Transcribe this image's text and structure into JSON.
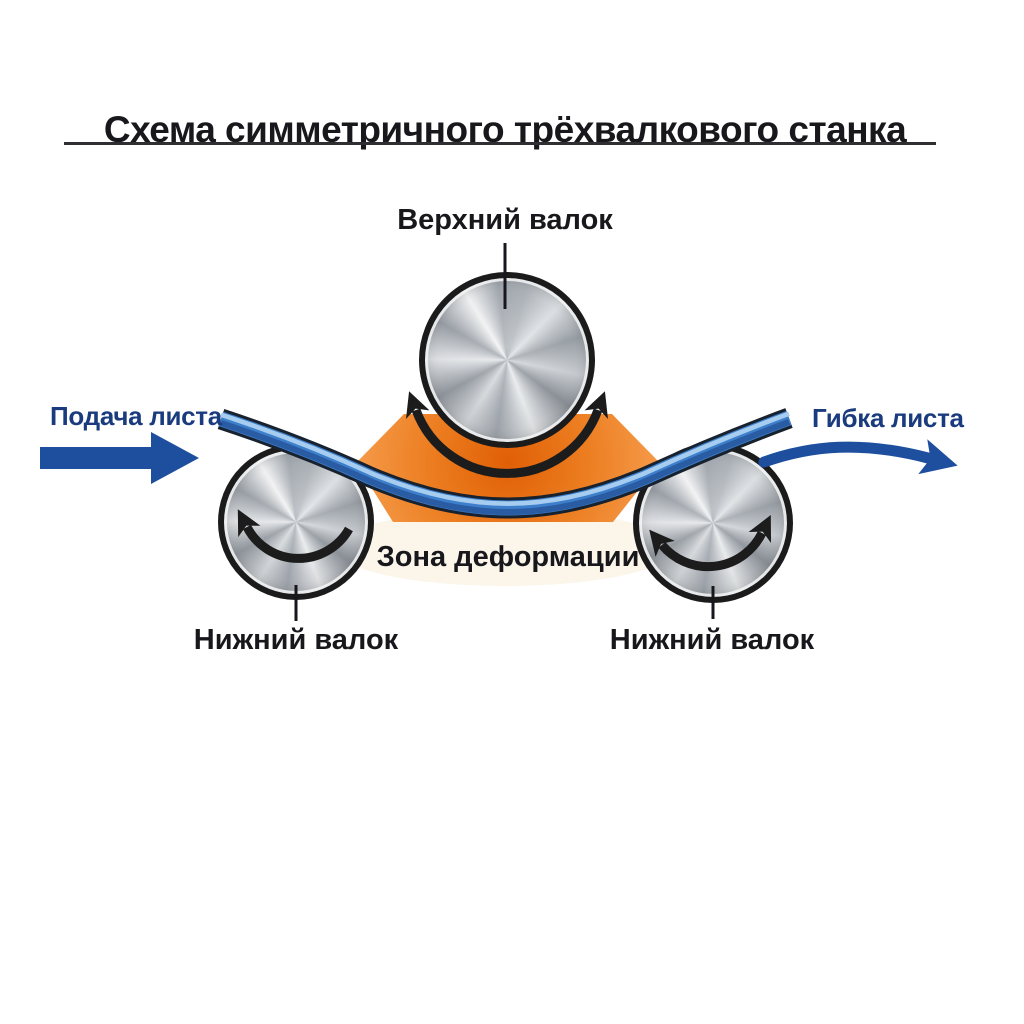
{
  "title": {
    "text": "Схема симметричного трёхвалкового станка"
  },
  "labels": {
    "top_roll": "Верхний валок",
    "deformation_zone": "Зона деформации",
    "bottom_roll_left": "Нижний валок",
    "bottom_roll_right": "Нижний валок",
    "feed": "Подача листа",
    "bend": "Гибка листа"
  },
  "colors": {
    "background": "#ffffff",
    "title_text": "#17171c",
    "label_text": "#17171c",
    "blue_label_text": "#1a3b7d",
    "arrow_blue": "#1e4f9f",
    "sheet_blue": "#3d7fca",
    "sheet_highlight": "#a6cdf0",
    "sheet_shadow": "#2a5ca4",
    "sheet_outline": "#18222e",
    "outline_dark": "#1b1b1b",
    "zone_orange_center": "#e05f06",
    "zone_orange_edge": "#f9a75c",
    "roll_metal_light": "#e9ebee",
    "roll_metal_dark": "#969ca3"
  },
  "icons": {
    "feed_arrow": "thick-right-arrow",
    "bend_arrow": "curved-right-arrow",
    "top_roll_rotation": "double-headed-arc-arrow",
    "left_roll_rotation": "counterclockwise-arc-arrow",
    "right_roll_rotation": "double-headed-arc-arrow"
  }
}
